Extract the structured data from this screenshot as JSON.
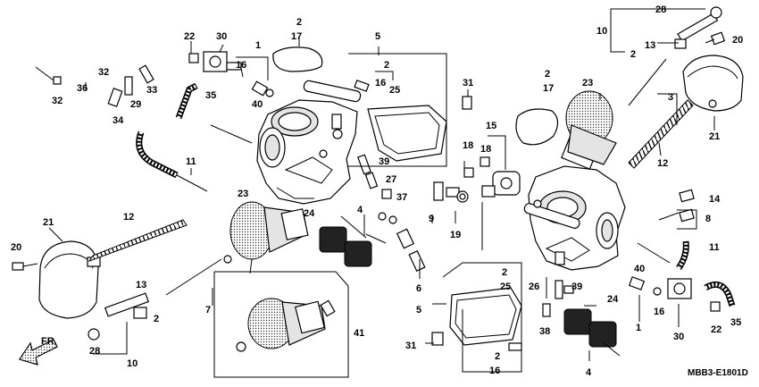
{
  "diagram": {
    "code": "MBB3-E1801D",
    "front_label": "FR.",
    "callouts": [
      {
        "id": "c1",
        "text": "32"
      },
      {
        "id": "c2",
        "text": "36"
      },
      {
        "id": "c3",
        "text": "32"
      },
      {
        "id": "c4",
        "text": "29"
      },
      {
        "id": "c5",
        "text": "33"
      },
      {
        "id": "c6",
        "text": "34"
      },
      {
        "id": "c7",
        "text": "22"
      },
      {
        "id": "c8",
        "text": "30"
      },
      {
        "id": "c9",
        "text": "1"
      },
      {
        "id": "c10",
        "text": "16"
      },
      {
        "id": "c11",
        "text": "40"
      },
      {
        "id": "c12",
        "text": "35"
      },
      {
        "id": "c13",
        "text": "2"
      },
      {
        "id": "c14",
        "text": "17"
      },
      {
        "id": "c15",
        "text": "5"
      },
      {
        "id": "c16",
        "text": "2"
      },
      {
        "id": "c17",
        "text": "16"
      },
      {
        "id": "c18",
        "text": "25"
      },
      {
        "id": "c19",
        "text": "31"
      },
      {
        "id": "c20",
        "text": "11"
      },
      {
        "id": "c21",
        "text": "21"
      },
      {
        "id": "c22",
        "text": "12"
      },
      {
        "id": "c23",
        "text": "20"
      },
      {
        "id": "c24",
        "text": "23"
      },
      {
        "id": "c25",
        "text": "13"
      },
      {
        "id": "c26",
        "text": "2"
      },
      {
        "id": "c27",
        "text": "7"
      },
      {
        "id": "c28",
        "text": "28"
      },
      {
        "id": "c29",
        "text": "10"
      },
      {
        "id": "c30",
        "text": "24"
      },
      {
        "id": "c31",
        "text": "4"
      },
      {
        "id": "c32",
        "text": "39"
      },
      {
        "id": "c33",
        "text": "27"
      },
      {
        "id": "c34",
        "text": "37"
      },
      {
        "id": "c35",
        "text": "9"
      },
      {
        "id": "c36",
        "text": "6"
      },
      {
        "id": "c37",
        "text": "41"
      },
      {
        "id": "c38",
        "text": "18"
      },
      {
        "id": "c39",
        "text": "18"
      },
      {
        "id": "c40",
        "text": "15"
      },
      {
        "id": "c41",
        "text": "19"
      },
      {
        "id": "c42",
        "text": "2"
      },
      {
        "id": "c43",
        "text": "25"
      },
      {
        "id": "c44",
        "text": "5"
      },
      {
        "id": "c45",
        "text": "31"
      },
      {
        "id": "c46",
        "text": "2"
      },
      {
        "id": "c47",
        "text": "16"
      },
      {
        "id": "c48",
        "text": "26"
      },
      {
        "id": "c49",
        "text": "39"
      },
      {
        "id": "c50",
        "text": "24"
      },
      {
        "id": "c51",
        "text": "38"
      },
      {
        "id": "c52",
        "text": "4"
      },
      {
        "id": "c53",
        "text": "40"
      },
      {
        "id": "c54",
        "text": "1"
      },
      {
        "id": "c55",
        "text": "16"
      },
      {
        "id": "c56",
        "text": "30"
      },
      {
        "id": "c57",
        "text": "22"
      },
      {
        "id": "c58",
        "text": "35"
      },
      {
        "id": "c59",
        "text": "2"
      },
      {
        "id": "c60",
        "text": "17"
      },
      {
        "id": "c61",
        "text": "23"
      },
      {
        "id": "c62",
        "text": "3"
      },
      {
        "id": "c63",
        "text": "12"
      },
      {
        "id": "c64",
        "text": "21"
      },
      {
        "id": "c65",
        "text": "28"
      },
      {
        "id": "c66",
        "text": "10"
      },
      {
        "id": "c67",
        "text": "13"
      },
      {
        "id": "c68",
        "text": "2"
      },
      {
        "id": "c69",
        "text": "20"
      },
      {
        "id": "c70",
        "text": "14"
      },
      {
        "id": "c71",
        "text": "8"
      },
      {
        "id": "c72",
        "text": "11"
      }
    ]
  }
}
